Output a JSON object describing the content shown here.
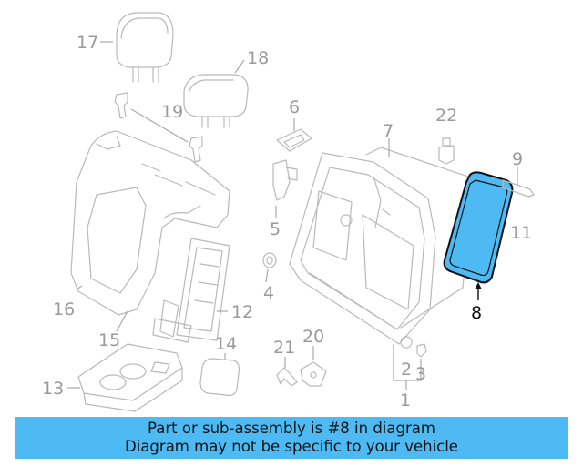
{
  "callouts": {
    "c17": "17",
    "c18": "18",
    "c19": "19",
    "c6": "6",
    "c7": "7",
    "c22": "22",
    "c9": "9",
    "c11": "11",
    "c5": "5",
    "c4": "4",
    "c16": "16",
    "c12": "12",
    "c15": "15",
    "c8": "8",
    "c14": "14",
    "c21": "21",
    "c20": "20",
    "c2": "2",
    "c3": "3",
    "c13": "13",
    "c1": "1"
  },
  "highlight": {
    "part_number": "8",
    "fill_color": "#4dbaf3",
    "stroke_color": "#111111"
  },
  "banner": {
    "line1": "Part or sub-assembly is #8 in diagram",
    "line2": "Diagram may not be specific to your vehicle",
    "color": "#4dbaf3"
  }
}
